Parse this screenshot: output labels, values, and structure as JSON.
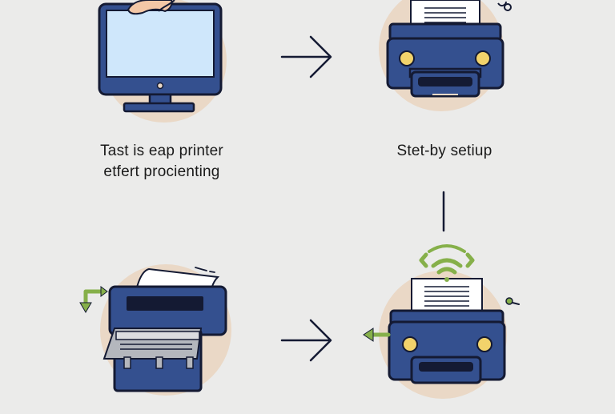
{
  "captions": {
    "step_one_line_1": "Tast is eap printer",
    "step_one_line_2": "etfert procienting",
    "step_two": "Stet-by setiup"
  },
  "colors": {
    "background": "#ebebea",
    "device_blue": "#34508f",
    "outline": "#141a33",
    "screen": "#cfe7fb",
    "halo": "#ead8c6",
    "accent_green": "#86b04a",
    "button_yellow": "#f2d36b"
  },
  "icons": [
    "computer-monitor-icon",
    "printer-icon",
    "hand-icon",
    "arrow-right-icon",
    "wifi-signal-icon",
    "green-arrow-icon"
  ]
}
